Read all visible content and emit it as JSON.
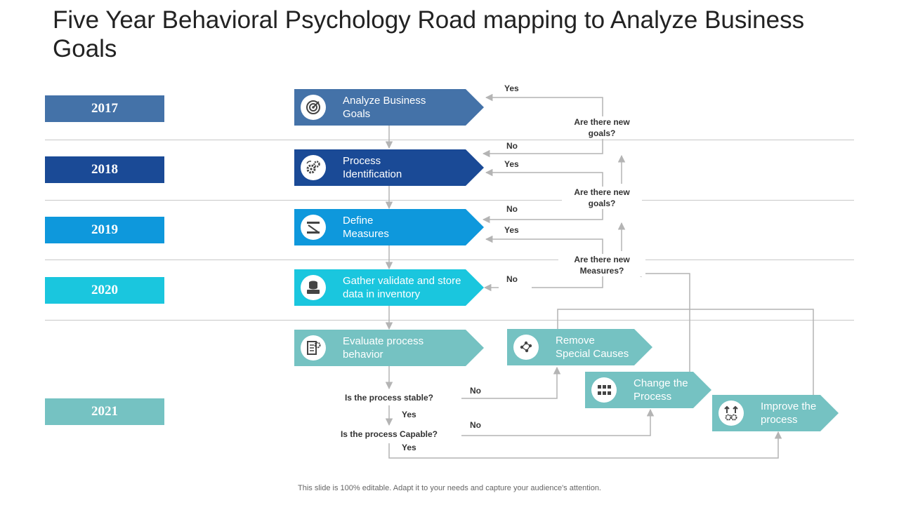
{
  "title": "Five Year Behavioral Psychology  Road mapping to Analyze Business Goals",
  "footer": "This slide is 100% editable. Adapt it to your needs and capture your audience's attention.",
  "colors": {
    "y2017": "#4472a8",
    "y2018": "#1a4a96",
    "y2019": "#0e98dc",
    "y2020": "#1ac6de",
    "y2021": "#75c2c2",
    "connector": "#b4b4b4"
  },
  "years": [
    "2017",
    "2018",
    "2019",
    "2020",
    "2021"
  ],
  "steps": {
    "analyze": {
      "label": "Analyze Business Goals",
      "icon": "target-icon"
    },
    "process": {
      "label": "Process Identification",
      "icon": "gears-icon"
    },
    "define": {
      "label": "Define Measures",
      "icon": "measures-icon"
    },
    "gather": {
      "label": "Gather validate and store data in inventory",
      "icon": "database-icon"
    },
    "evaluate": {
      "label": "Evaluate process behavior",
      "icon": "report-icon"
    },
    "remove": {
      "label": "Remove Special Causes",
      "icon": "network-icon"
    },
    "change": {
      "label": "Change the Process",
      "icon": "workflow-icon"
    },
    "improve": {
      "label": "Improve the process",
      "icon": "growth-icon"
    }
  },
  "questions": {
    "goals1": "Are there new goals?",
    "goals2": "Are there new goals?",
    "measures": "Are there new Measures?",
    "stable": "Is the process  stable?",
    "capable": "Is the process  Capable?"
  },
  "answers": {
    "yes": "Yes",
    "no": "No"
  }
}
